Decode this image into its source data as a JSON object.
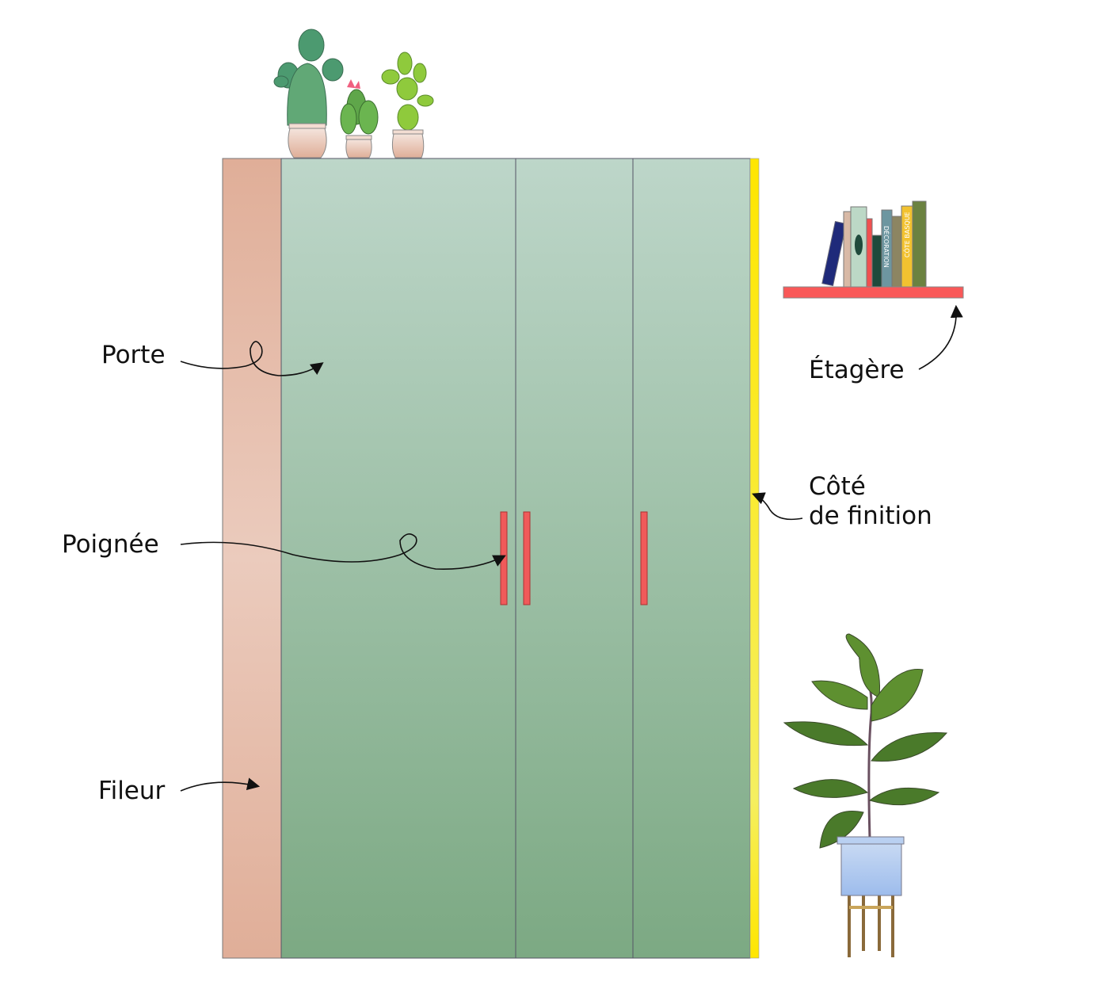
{
  "labels": {
    "door": "Porte",
    "handle": "Poignée",
    "filler": "Fileur",
    "shelf": "Étagère",
    "finishing_side_line1": "Côté",
    "finishing_side_line2": "de finition"
  },
  "books": {
    "book1": "DÉCORATION",
    "book2": "CÔTE BASQUE"
  },
  "colors": {
    "filler": "#e2b19b",
    "door_top": "#bcd5c8",
    "door_bottom": "#7eaa85",
    "handle": "#f05a5a",
    "finishing_side": "#ffe600",
    "shelf": "#f95858",
    "pot_blue": "#a8c4ee"
  }
}
